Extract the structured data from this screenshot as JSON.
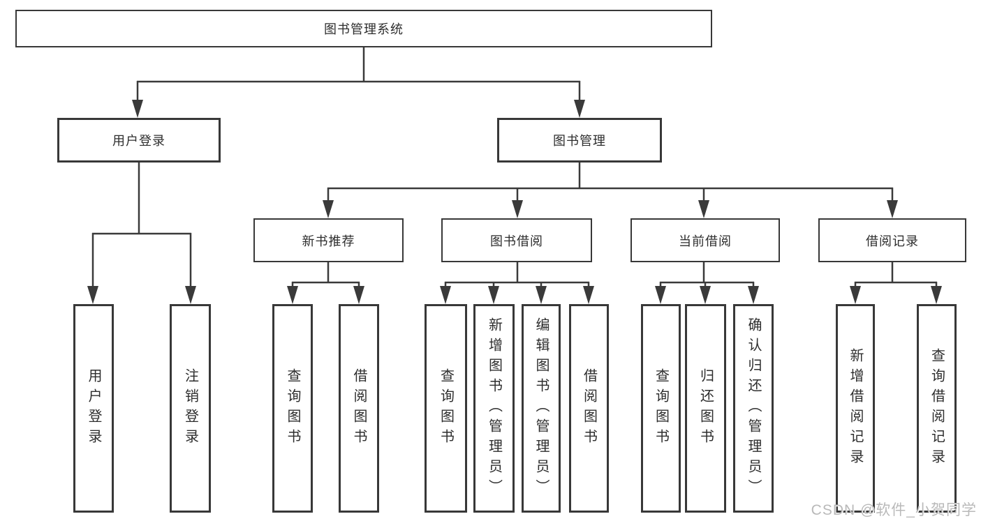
{
  "diagram_type": "hierarchy-tree",
  "tree": {
    "label": "图书管理系统",
    "children": [
      {
        "label": "用户登录",
        "children": [
          {
            "label": "用户登录"
          },
          {
            "label": "注销登录"
          }
        ]
      },
      {
        "label": "图书管理",
        "children": [
          {
            "label": "新书推荐",
            "children": [
              {
                "label": "查询图书"
              },
              {
                "label": "借阅图书"
              }
            ]
          },
          {
            "label": "图书借阅",
            "children": [
              {
                "label": "查询图书"
              },
              {
                "label": "新增图书（管理员）"
              },
              {
                "label": "编辑图书（管理员）"
              },
              {
                "label": "借阅图书"
              }
            ]
          },
          {
            "label": "当前借阅",
            "children": [
              {
                "label": "查询图书"
              },
              {
                "label": "归还图书"
              },
              {
                "label": "确认归还（管理员）"
              }
            ]
          },
          {
            "label": "借阅记录",
            "children": [
              {
                "label": "新增借阅记录"
              },
              {
                "label": "查询借阅记录"
              }
            ]
          }
        ]
      }
    ]
  },
  "watermark": "CSDN @软件_小贺同学",
  "colors": {
    "line": "#3a3a3a",
    "box_border": "#383838",
    "text": "#2d2d2d",
    "background": "#ffffff",
    "watermark": "#b9b9b9"
  }
}
